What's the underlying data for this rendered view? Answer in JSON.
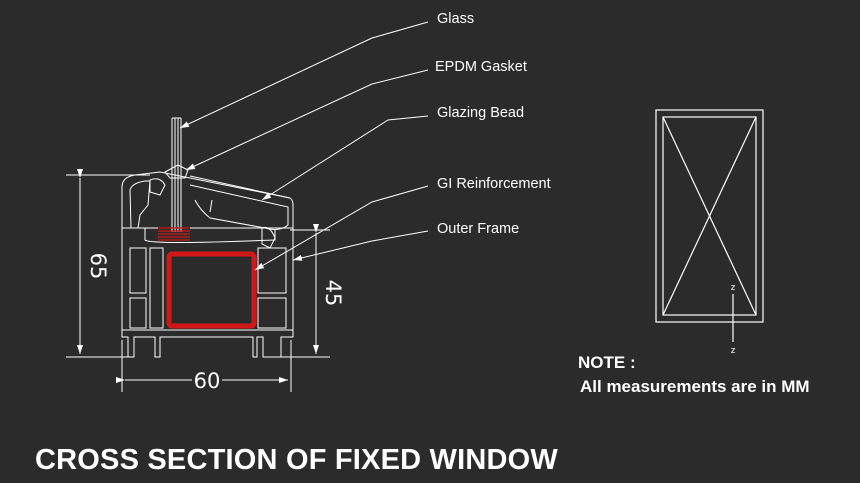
{
  "title": "CROSS SECTION OF FIXED WINDOW",
  "labels": {
    "glass": "Glass",
    "epdm_gasket": "EPDM Gasket",
    "glazing_bead": "Glazing Bead",
    "gi_reinforcement": "GI Reinforcement",
    "outer_frame": "Outer Frame"
  },
  "dimensions": {
    "height_total": "65",
    "height_frame": "45",
    "width": "60"
  },
  "elevation": {
    "section_mark_top": "z",
    "section_mark_bottom": "z"
  },
  "note": {
    "heading": "NOTE :",
    "text": "All measurements are in MM"
  },
  "colors": {
    "background": "#2b2b2b",
    "lines": "#ffffff",
    "reinforcement": "#d01818"
  }
}
